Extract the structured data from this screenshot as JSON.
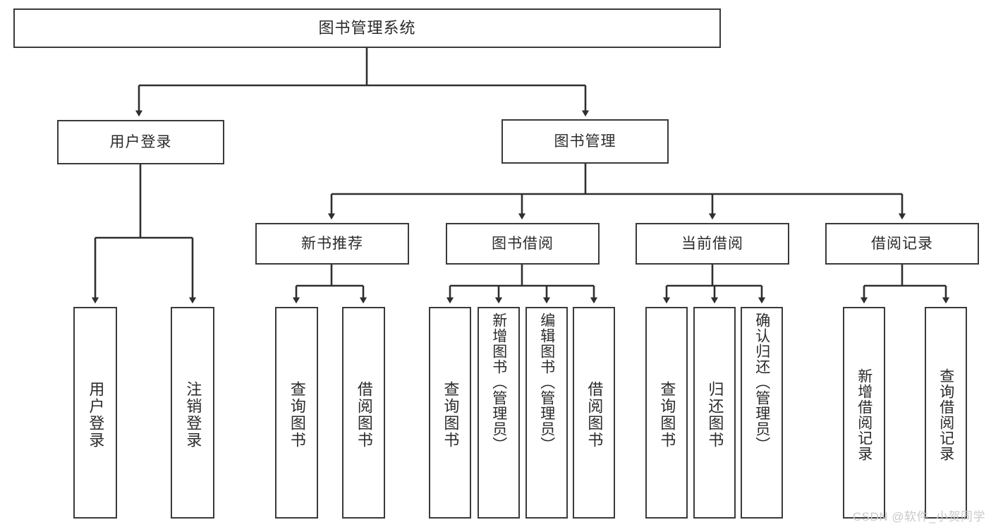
{
  "diagram": {
    "type": "tree-hierarchy",
    "title": "图书管理系统",
    "watermark": "CSDN @软件_小贺同学",
    "colors": {
      "box_border": "#3a3a3a",
      "box_fill": "#ffffff",
      "connector": "#2f2f2f",
      "text": "#2b2b2b",
      "watermark": "#c9c9c9",
      "background": "#ffffff"
    },
    "levels": {
      "root": {
        "label": "图书管理系统"
      },
      "level2": [
        {
          "label": "用户登录"
        },
        {
          "label": "图书管理"
        }
      ],
      "level3": [
        {
          "label": "新书推荐"
        },
        {
          "label": "图书借阅"
        },
        {
          "label": "当前借阅"
        },
        {
          "label": "借阅记录"
        }
      ]
    },
    "leaves": {
      "user_login": [
        {
          "label": "用户登录"
        },
        {
          "label": "注销登录"
        }
      ],
      "new_book_recommend": [
        {
          "label": "查询图书"
        },
        {
          "label": "借阅图书"
        }
      ],
      "book_borrow": [
        {
          "label": "查询图书"
        },
        {
          "label": "新增图书（管理员）"
        },
        {
          "label": "编辑图书（管理员）"
        },
        {
          "label": "借阅图书"
        }
      ],
      "current_borrow": [
        {
          "label": "查询图书"
        },
        {
          "label": "归还图书"
        },
        {
          "label": "确认归还（管理员）"
        }
      ],
      "borrow_record": [
        {
          "label": "新增借阅记录"
        },
        {
          "label": "查询借阅记录"
        }
      ]
    }
  }
}
